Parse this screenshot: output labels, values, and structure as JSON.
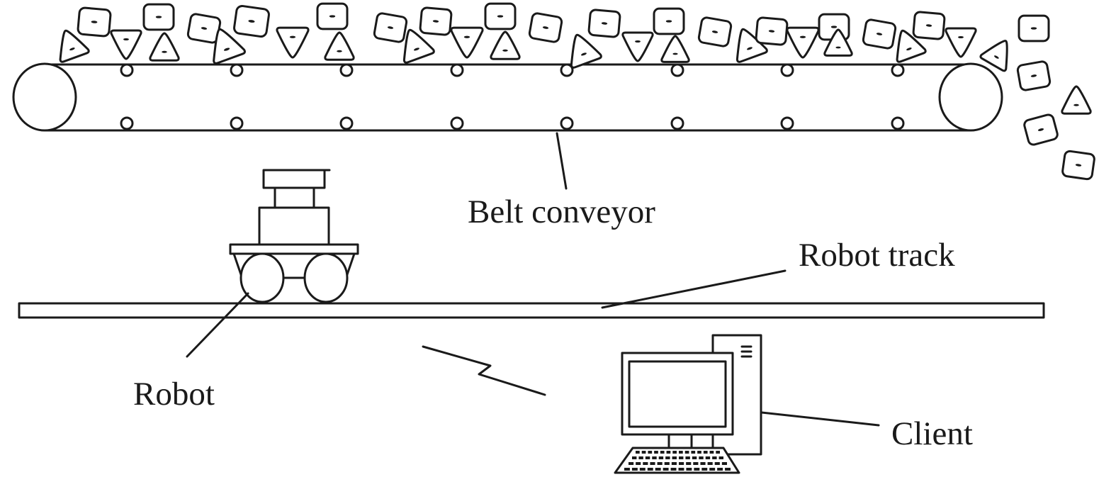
{
  "labels": {
    "belt_conveyor": "Belt conveyor",
    "robot_track": "Robot track",
    "robot": "Robot",
    "client": "Client"
  },
  "colors": {
    "line": "#1a1a1a",
    "background": "#ffffff"
  }
}
